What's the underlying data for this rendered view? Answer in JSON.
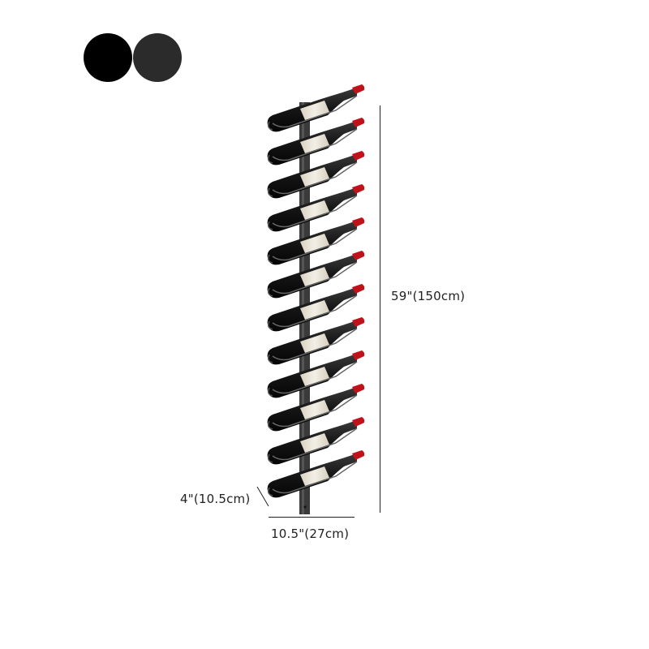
{
  "color_options": [
    {
      "name": "black",
      "color": "#000000"
    },
    {
      "name": "dark-gray",
      "color": "#2b2b2b"
    }
  ],
  "product": {
    "type": "wall-mounted wine rack",
    "bottle_count": 12,
    "rack_color": "#3a3a3a",
    "bottle_color": "#1a1a1a",
    "label_color": "#ece6d8",
    "capsule_color": "#c0121b"
  },
  "dimensions": {
    "height_label": "59\"(150cm)",
    "width_label": "10.5\"(27cm)",
    "depth_label": "4\"(10.5cm)"
  }
}
